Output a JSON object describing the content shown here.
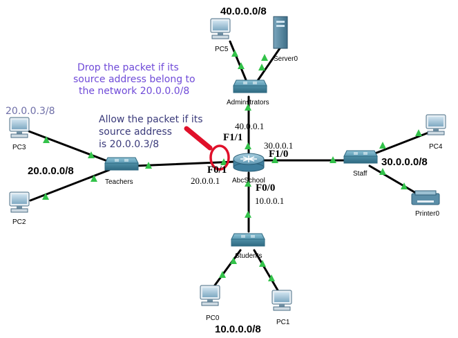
{
  "colors": {
    "link": "#000000",
    "status_up": "#33c24a",
    "highlight_circle": "#e0102a",
    "note_purple": "#6f4ad8",
    "note_dark": "#3a3a7a",
    "switch_blue": "#4f8fa6",
    "router_blue": "#3f7f9e"
  },
  "devices": {
    "router": {
      "name": "AbcSchool",
      "icon": "router-icon"
    },
    "sw_admin": {
      "name": "Adminstrators",
      "icon": "switch-icon"
    },
    "sw_teachers": {
      "name": "Teachers",
      "icon": "switch-icon"
    },
    "sw_staff": {
      "name": "Staff",
      "icon": "switch-icon"
    },
    "sw_students": {
      "name": "Students",
      "icon": "switch-icon"
    },
    "pc5": {
      "name": "PC5",
      "icon": "pc-icon"
    },
    "server0": {
      "name": "Server0",
      "icon": "server-icon"
    },
    "pc3": {
      "name": "PC3",
      "icon": "pc-icon"
    },
    "pc2": {
      "name": "PC2",
      "icon": "pc-icon"
    },
    "pc4": {
      "name": "PC4",
      "icon": "pc-icon"
    },
    "printer0": {
      "name": "Printer0",
      "icon": "printer-icon"
    },
    "pc0": {
      "name": "PC0",
      "icon": "pc-icon"
    },
    "pc1": {
      "name": "PC1",
      "icon": "pc-icon"
    }
  },
  "networks": {
    "admin": "40.0.0.0/8",
    "teachers": "20.0.0.0/8",
    "staff": "30.0.0.0/8",
    "students": "10.0.0.0/8"
  },
  "hosts": {
    "pc3_ip": "20.0.0.3/8"
  },
  "interfaces": {
    "f11": {
      "name": "F1/1",
      "ip": "40.0.0.1"
    },
    "f10": {
      "name": "F1/0",
      "ip": "30.0.0.1"
    },
    "f01": {
      "name": "F0/1",
      "ip": "20.0.0.1"
    },
    "f00": {
      "name": "F0/0",
      "ip": "10.0.0.1"
    }
  },
  "annotations": {
    "drop": [
      "Drop the packet if its",
      "source address belong to",
      "the network 20.0.0.0/8"
    ],
    "allow": [
      "Allow the packet if its",
      "source address",
      "is 20.0.0.3/8"
    ]
  }
}
